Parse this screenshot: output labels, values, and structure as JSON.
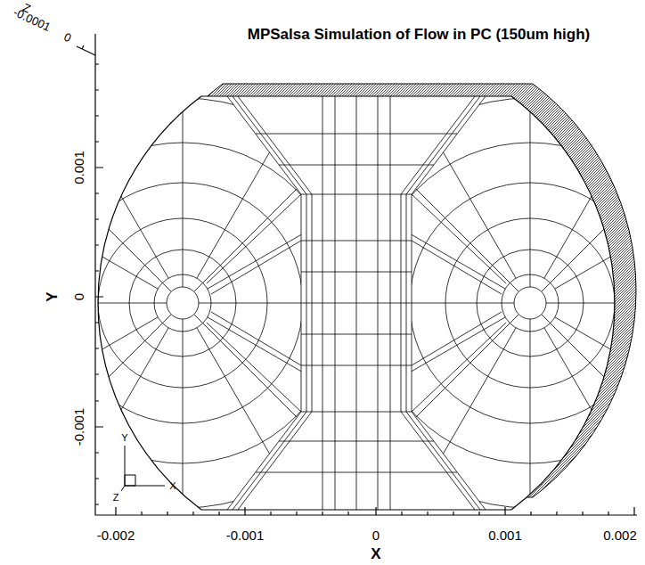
{
  "diagram": {
    "title": "MPSalsa Simulation of Flow in PC (150um high)",
    "labels": [
      "-0.0001",
      "0",
      "Z",
      "0.001",
      "0",
      "-0.001",
      "Y",
      "-0.002",
      "-0.001",
      "0",
      "0.001",
      "0.002",
      "X",
      "Y",
      "X",
      "Z"
    ]
  }
}
